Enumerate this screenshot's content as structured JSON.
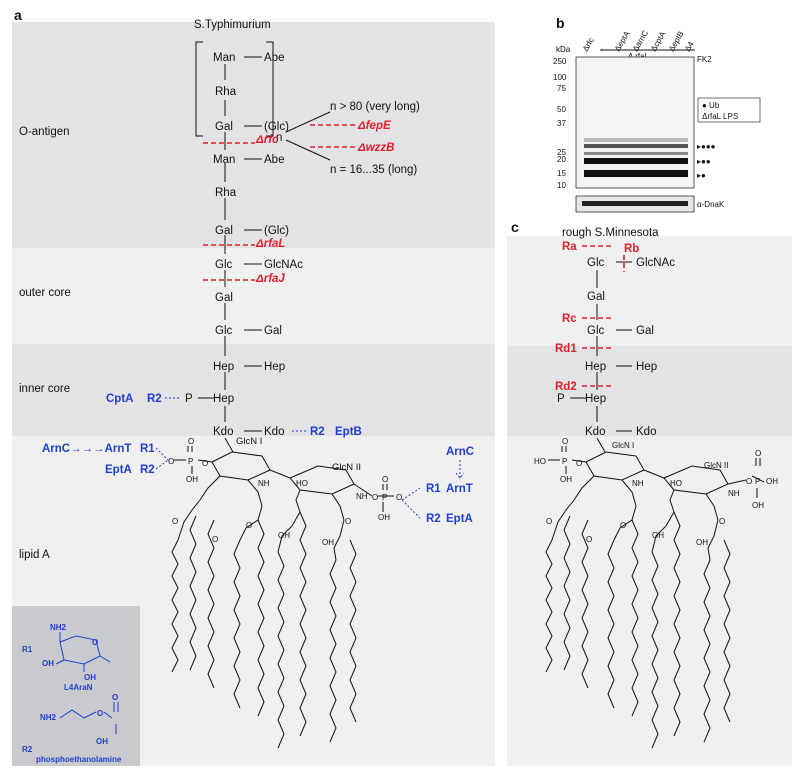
{
  "panel_a": {
    "label": "a",
    "title": "S.Typhimurium",
    "regions": [
      "O-antigen",
      "outer core",
      "inner core",
      "lipid A"
    ],
    "sugars": {
      "man": "Man",
      "abe": "Abe",
      "rha": "Rha",
      "gal": "Gal",
      "glc_paren": "(Glc)",
      "glc": "Glc",
      "glcnac": "GlcNAc",
      "hep": "Hep",
      "kdo": "Kdo",
      "p": "P",
      "glcn1": "GlcN I",
      "glcn2": "GlcN II",
      "n": "n"
    },
    "chain_lengths": {
      "very_long": "n > 80 (very long)",
      "long": "n = 16...35 (long)"
    },
    "mutants": {
      "rfc": "Δrfc",
      "fepE": "ΔfepE",
      "wzzB": "ΔwzzB",
      "rfaL": "ΔrfaL",
      "rfaJ": "ΔrfaJ"
    },
    "modifications": {
      "cptA": "CptA",
      "r2": "R2",
      "r1": "R1",
      "eptB": "EptB",
      "arnC_arnT": "ArnC→→→ArnT",
      "eptA": "EptA",
      "arnC": "ArnC",
      "arnT": "ArnT"
    },
    "atoms": {
      "o": "O",
      "oh": "OH",
      "ho": "HO",
      "p": "P",
      "nh": "NH"
    },
    "legend": {
      "r1": "R1",
      "r2": "R2",
      "nh2": "NH2",
      "oh": "OH",
      "o": "O",
      "l4aran": "L4AraN",
      "phosphoethanolamine": "phosphoethanolamine"
    }
  },
  "panel_b": {
    "label": "b",
    "lanes": [
      "Δrfc",
      "-",
      "ΔeptA",
      "ΔarnC",
      "ΔcptA",
      "ΔeptB",
      "Δ4"
    ],
    "group_label": "Δ rfaL",
    "kda_label": "kDa",
    "markers": [
      "250",
      "100",
      "75",
      "50",
      "37",
      "25",
      "20",
      "15",
      "10"
    ],
    "antibody": "FK2",
    "legend": [
      "● Ub",
      "ΔrfaL LPS"
    ],
    "loading_control": "α-DnaK"
  },
  "panel_c": {
    "label": "c",
    "title": "rough S.Minnesota",
    "sugars": {
      "glc": "Glc",
      "glcnac": "GlcNAc",
      "gal": "Gal",
      "hep": "Hep",
      "kdo": "Kdo",
      "p": "P",
      "glcn1": "GlcN I",
      "glcn2": "GlcN II"
    },
    "chemotypes": [
      "Ra",
      "Rb",
      "Rc",
      "Rd1",
      "Rd2"
    ],
    "atoms": {
      "o": "O",
      "oh": "OH",
      "ho": "HO",
      "p": "P",
      "nh": "NH"
    }
  }
}
